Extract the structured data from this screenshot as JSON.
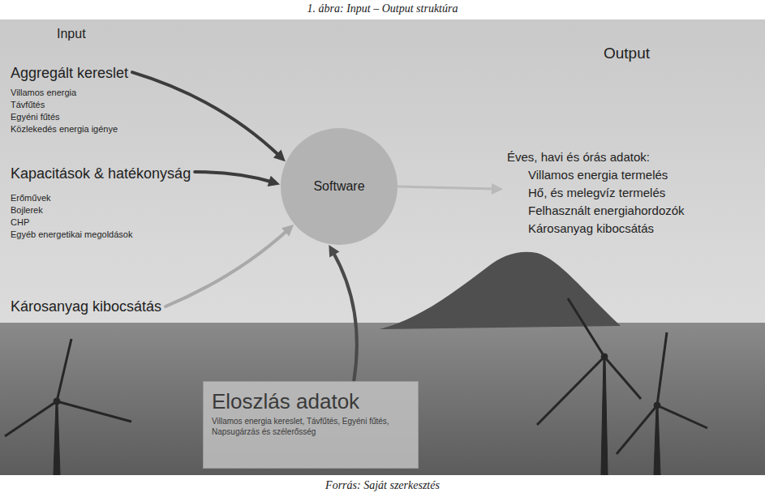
{
  "diagram": {
    "title": "1. ábra: Input – Output struktúra",
    "caption": "Forrás: Saját szerkesztés",
    "nodes": [
      {
        "text": [
          "Aggregált kereslet",
          "Villamos energia",
          "Távfűtés",
          "Egyéni fűtés",
          "Közlekedés energia igénye"
        ]
      },
      {
        "text": [
          "Kapacitások & hatékonyság",
          "Erőművek",
          "Bojlerek",
          "CHP",
          "Egyéb energetikai megoldások"
        ]
      },
      {
        "text": [
          "Károsanyag kibocsátás"
        ]
      },
      {
        "text": [
          "Software"
        ]
      },
      {
        "text": [
          "Eloszlás adatok",
          "Villamos energia kereslet, Távfűtés, Egyéni fűtés, Napsugárzás és szélerősség"
        ]
      },
      {
        "text": [
          "Éves, havi és órás adatok:",
          "Villamos energia termelés",
          "Hő, és melegvíz termelés",
          "Felhasznált energiahordozók",
          "Károsanyag kibocsátás"
        ]
      }
    ],
    "edges": [
      {
        "from": 0,
        "to": 3,
        "arrow": "to"
      },
      {
        "from": 1,
        "to": 3,
        "arrow": "to"
      },
      {
        "from": 2,
        "to": 3,
        "arrow": "to"
      },
      {
        "from": 4,
        "to": 3,
        "arrow": "to"
      },
      {
        "from": 3,
        "to": 5,
        "arrow": "to"
      }
    ],
    "labels": [
      "Input",
      "Output"
    ]
  }
}
